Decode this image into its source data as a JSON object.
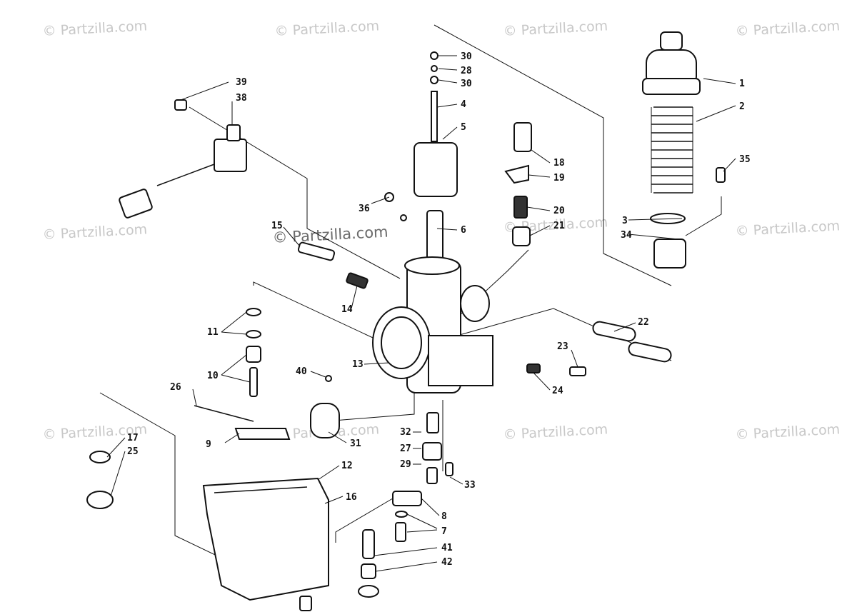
{
  "watermark": "© Partzilla.com",
  "diagram": {
    "callouts": [
      {
        "id": "c1",
        "label": "1"
      },
      {
        "id": "c2",
        "label": "2"
      },
      {
        "id": "c3",
        "label": "3"
      },
      {
        "id": "c4",
        "label": "4"
      },
      {
        "id": "c5",
        "label": "5"
      },
      {
        "id": "c6",
        "label": "6"
      },
      {
        "id": "c7",
        "label": "7"
      },
      {
        "id": "c8",
        "label": "8"
      },
      {
        "id": "c9",
        "label": "9"
      },
      {
        "id": "c10",
        "label": "10"
      },
      {
        "id": "c11",
        "label": "11"
      },
      {
        "id": "c12",
        "label": "12"
      },
      {
        "id": "c13",
        "label": "13"
      },
      {
        "id": "c14",
        "label": "14"
      },
      {
        "id": "c15",
        "label": "15"
      },
      {
        "id": "c16",
        "label": "16"
      },
      {
        "id": "c17",
        "label": "17"
      },
      {
        "id": "c18",
        "label": "18"
      },
      {
        "id": "c19",
        "label": "19"
      },
      {
        "id": "c20",
        "label": "20"
      },
      {
        "id": "c21",
        "label": "21"
      },
      {
        "id": "c22",
        "label": "22"
      },
      {
        "id": "c23",
        "label": "23"
      },
      {
        "id": "c24",
        "label": "24"
      },
      {
        "id": "c25",
        "label": "25"
      },
      {
        "id": "c26",
        "label": "26"
      },
      {
        "id": "c27",
        "label": "27"
      },
      {
        "id": "c28",
        "label": "28"
      },
      {
        "id": "c29",
        "label": "29"
      },
      {
        "id": "c30a",
        "label": "30"
      },
      {
        "id": "c30b",
        "label": "30"
      },
      {
        "id": "c31",
        "label": "31"
      },
      {
        "id": "c32",
        "label": "32"
      },
      {
        "id": "c33",
        "label": "33"
      },
      {
        "id": "c34",
        "label": "34"
      },
      {
        "id": "c35",
        "label": "35"
      },
      {
        "id": "c36",
        "label": "36"
      },
      {
        "id": "c38",
        "label": "38"
      },
      {
        "id": "c39",
        "label": "39"
      },
      {
        "id": "c40",
        "label": "40"
      },
      {
        "id": "c41",
        "label": "41"
      },
      {
        "id": "c42",
        "label": "42"
      }
    ]
  }
}
